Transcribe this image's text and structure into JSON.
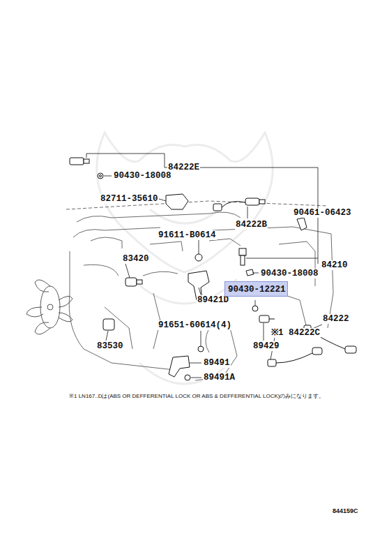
{
  "diagram": {
    "nodes": [
      {
        "text": [
          "90430-12221"
        ]
      }
    ],
    "edges": [],
    "labels": [
      "84222E",
      "90430-18008",
      "82711-35610",
      "84222B",
      "90461-06423",
      "91611-B0614",
      "83420",
      "90430-18008",
      "84210",
      "89421D",
      "84222",
      "91651-60614(4)",
      "※1 84222C",
      "89429",
      "83530",
      "89491",
      "89491A",
      "※1 LN167..Dは(ABS OR DEFFERENTIAL LOCK OR ABS & DEFFERENTIAL LOCK)のみになります。",
      "844159C"
    ]
  }
}
